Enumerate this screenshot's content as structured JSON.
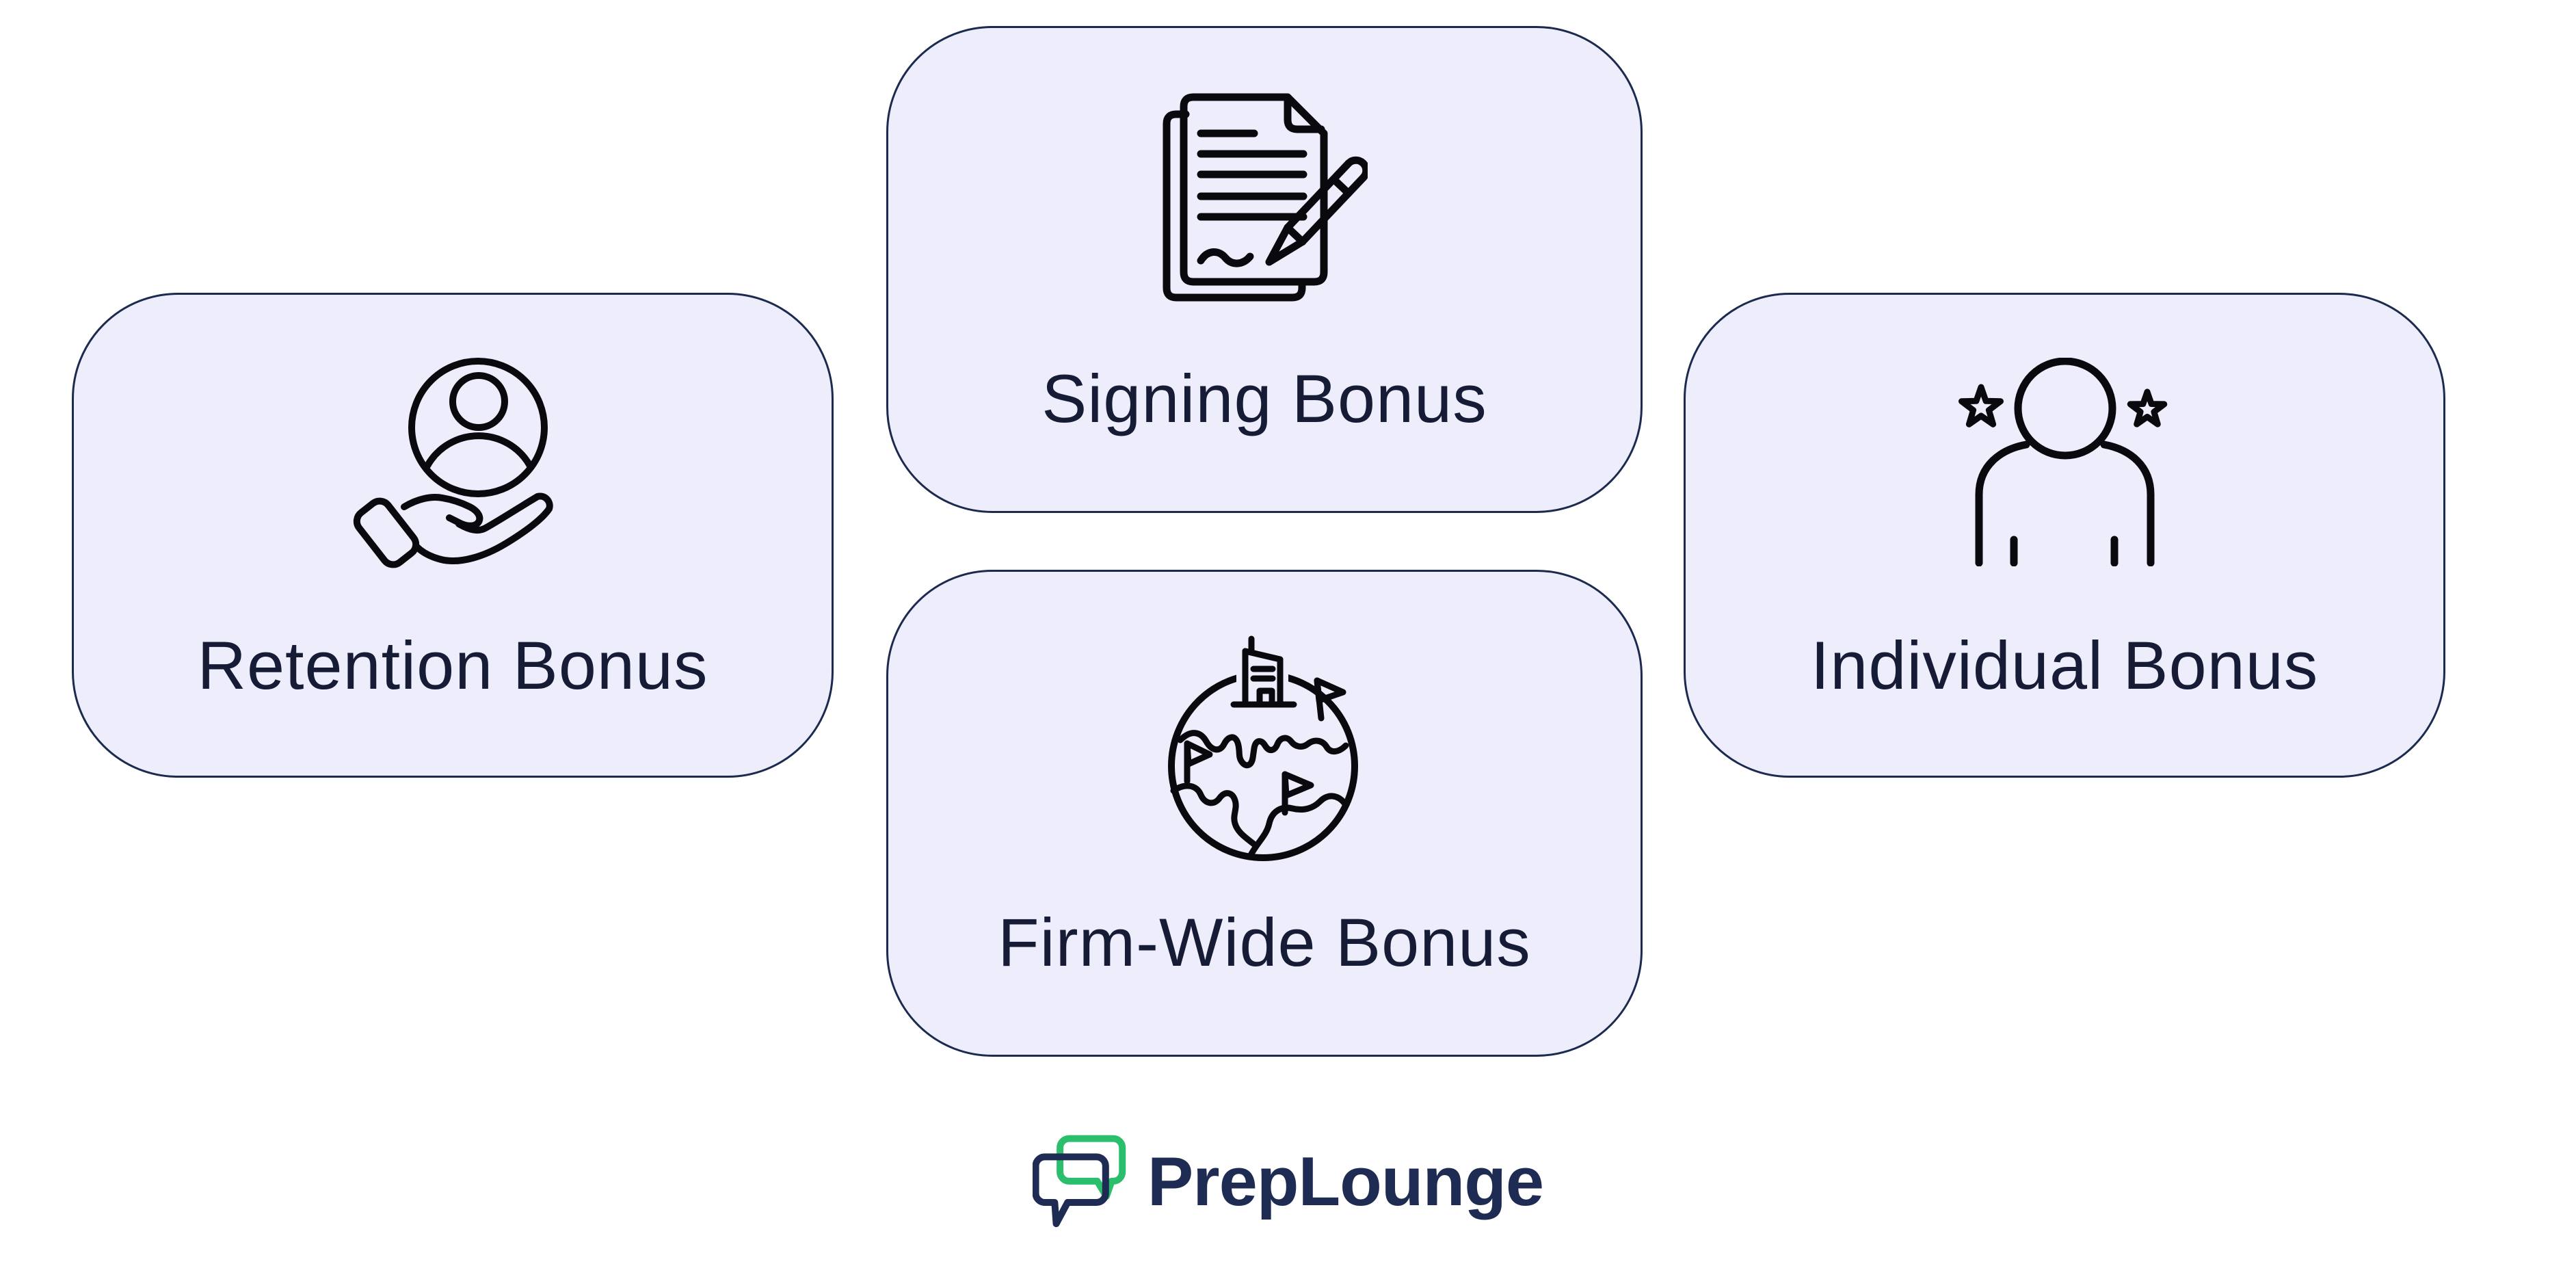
{
  "cards": [
    {
      "label": "Retention Bonus",
      "icon": "hand-holding-person-icon"
    },
    {
      "label": "Signing Bonus",
      "icon": "document-pen-icon"
    },
    {
      "label": "Firm-Wide Bonus",
      "icon": "globe-flags-icon"
    },
    {
      "label": "Individual Bonus",
      "icon": "person-stars-icon"
    }
  ],
  "logo": {
    "name": "PrepLounge",
    "icon": "chat-bubbles-icon"
  },
  "colors": {
    "page_bg": "#FFFFFF",
    "card_fill": "#EEEDFB",
    "card_border": "#1B2A4E",
    "label_text": "#161C36",
    "icon_stroke": "#0A0A0E",
    "logo_green": "#2BBE6C",
    "logo_navy": "#1E2B52"
  }
}
